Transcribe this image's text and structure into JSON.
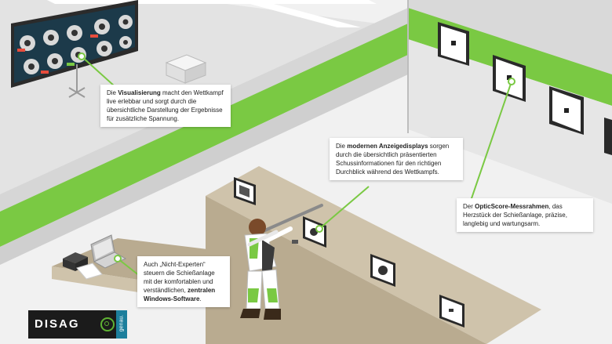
{
  "callouts": {
    "visualisierung": {
      "pre": "Die ",
      "bold": "Visualisierung",
      "post": " macht den Wettkampf live erlebbar und sorgt durch die übersichtliche Darstellung der Ergebnisse für zusätzliche Spannung."
    },
    "anzeigedisplays": {
      "pre": "Die ",
      "bold": "modernen Anzeigedisplays",
      "post": " sorgen durch die übersichtlich präsentierten Schussinformationen für den richtigen Durchblick während des Wettkampfs."
    },
    "opticscore": {
      "pre": "Der ",
      "bold": "OpticScore-Messrahmen",
      "post": ", das Herzstück der Schießanlage, präzise, langlebig und wartungsarm."
    },
    "software": {
      "pre": "Auch „Nicht-Experten“ steuern die Schießanlage mit der komfortablen und verständlichen, ",
      "bold": "zentralen Windows-Software",
      "post": "."
    }
  },
  "logo": {
    "brand": "DISAG",
    "tagline": "genau."
  },
  "colors": {
    "accent_green": "#7ac943",
    "floor": "#f3f3f3",
    "wall": "#dcdcdc",
    "counter_top": "#b9ab90",
    "counter_front": "#cfc3ab",
    "logo_blue": "#1d7f9c"
  }
}
